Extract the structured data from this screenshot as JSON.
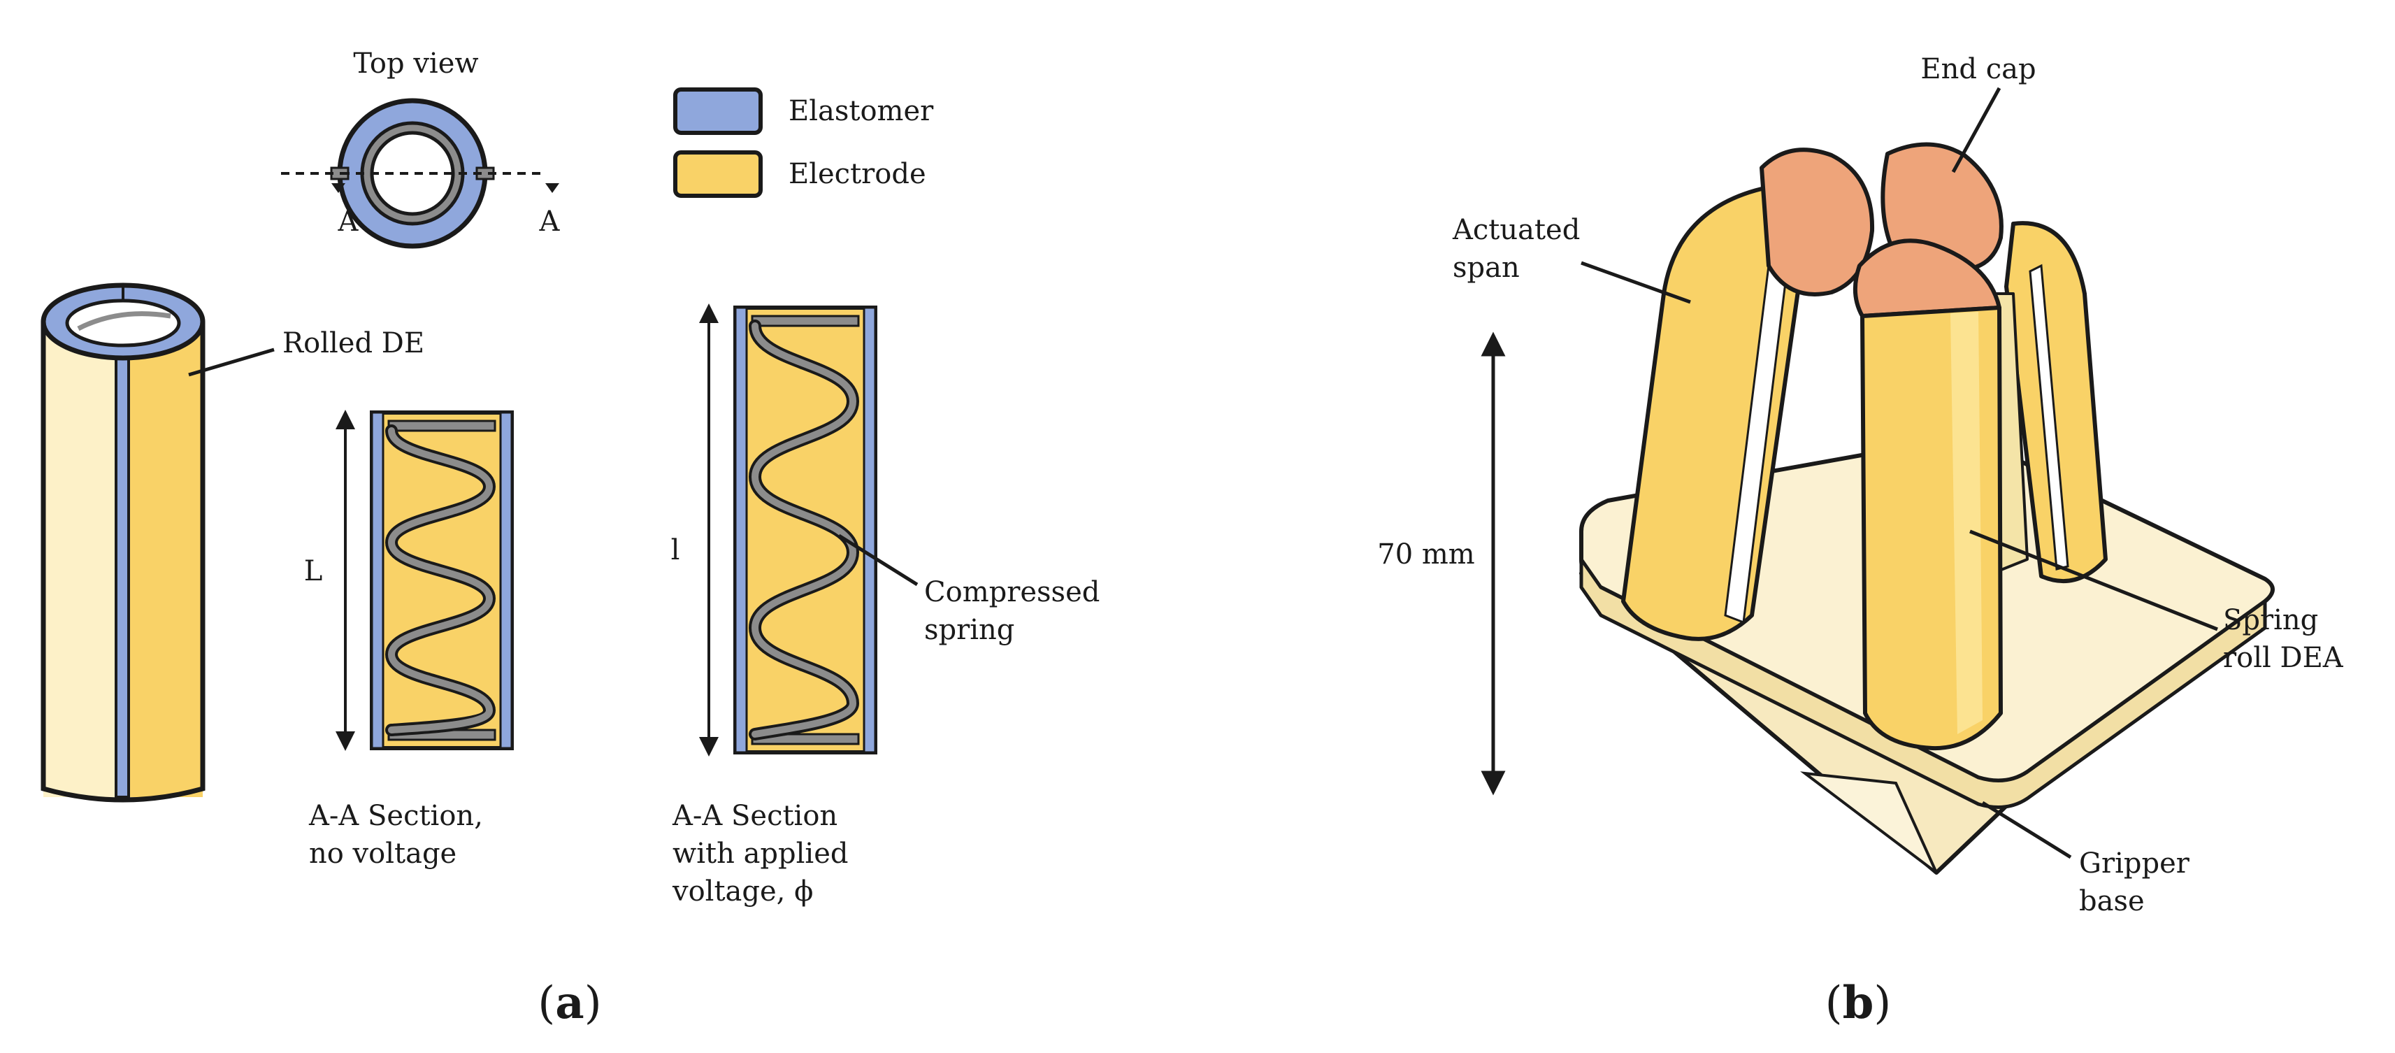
{
  "panel_a": {
    "label_open": "(",
    "label_letter": "a",
    "label_close": ")",
    "top_view": "Top view",
    "section_marker_left": "A",
    "section_marker_right": "A",
    "legend": [
      {
        "label": "Elastomer",
        "color": "#8fa7dc"
      },
      {
        "label": "Electrode",
        "color": "#f9d267"
      }
    ],
    "rolled_de": "Rolled DE",
    "length_no_voltage": "L",
    "length_with_voltage": "l",
    "compressed_spring": [
      "Compressed",
      "spring"
    ],
    "caption_no_voltage": [
      "A-A Section,",
      "no voltage"
    ],
    "caption_with_voltage": [
      "A-A Section",
      "with applied",
      "voltage, ϕ"
    ]
  },
  "panel_b": {
    "label_open": "(",
    "label_letter": "b",
    "label_close": ")",
    "end_cap": "End cap",
    "actuated_span": [
      "Actuated",
      "span"
    ],
    "height": "70 mm",
    "spring_roll_dea": [
      "Spring",
      "roll DEA"
    ],
    "gripper_base": [
      "Gripper",
      "base"
    ]
  },
  "colors": {
    "elastomer": "#8fa7dc",
    "electrode": "#f9d267",
    "cylinder_light": "#fdf1c8",
    "spring_gray": "#8c8c8c",
    "end_cap": "#eea47a",
    "base": "#f7e9bf",
    "outline": "#1a1a1a"
  }
}
